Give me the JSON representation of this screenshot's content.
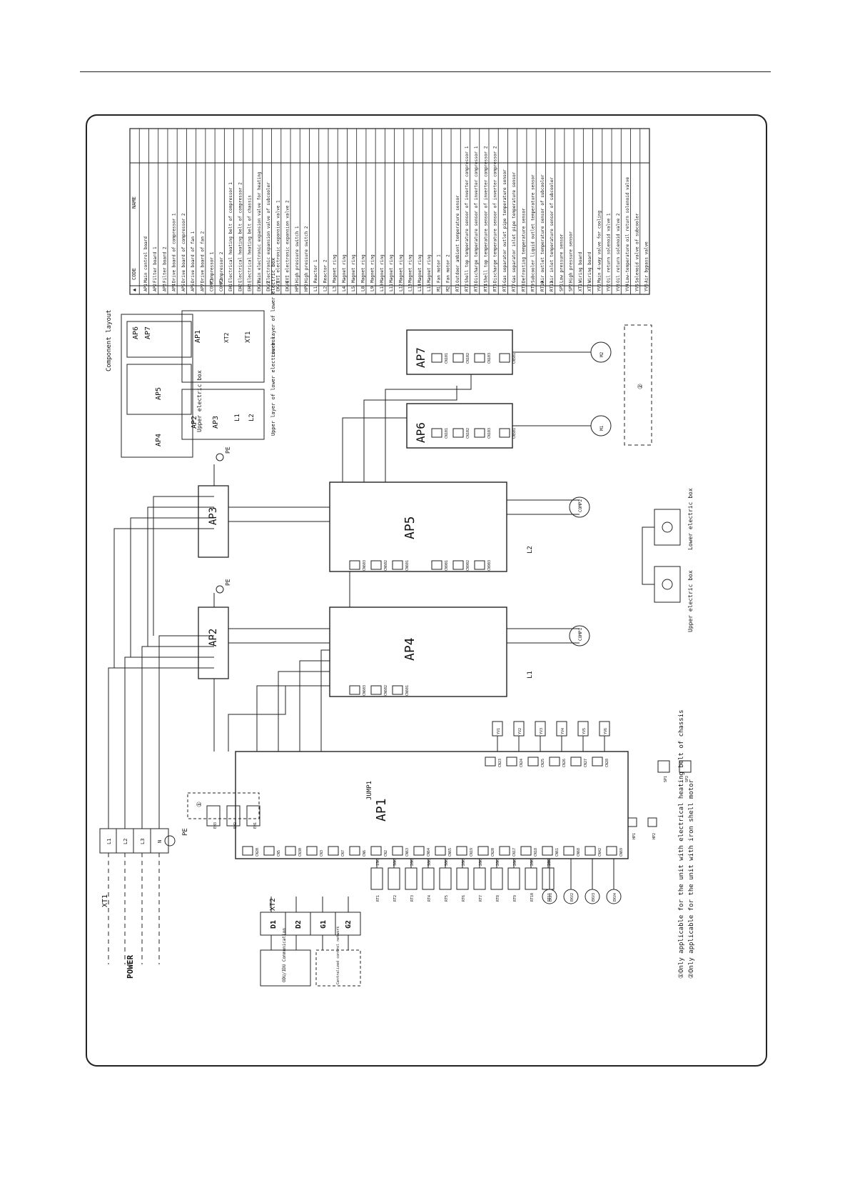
{
  "table": {
    "header_symbol": "▲",
    "code_header": "CODE",
    "name_header": "NAME",
    "rows": [
      {
        "code": "AP1",
        "name": "Main control board"
      },
      {
        "code": "AP2",
        "name": "Filter board 1"
      },
      {
        "code": "AP3",
        "name": "Filter board 2"
      },
      {
        "code": "AP4",
        "name": "Drive board of compressor 1"
      },
      {
        "code": "AP5",
        "name": "Drive board of compressor 2"
      },
      {
        "code": "AP6",
        "name": "Drive board of fan 1"
      },
      {
        "code": "AP7",
        "name": "Drive board of fan 2"
      },
      {
        "code": "COMP1",
        "name": "Compressor 1"
      },
      {
        "code": "COMP2",
        "name": "Compressor 2"
      },
      {
        "code": "EH1",
        "name": "Electrical heating belt of compressor 1"
      },
      {
        "code": "EH2",
        "name": "Electrical heating belt of compressor 2"
      },
      {
        "code": "EH3",
        "name": "Electrical heating belt of chassis"
      },
      {
        "code": "EKV1",
        "name": "Main electronic expansion valve for heating"
      },
      {
        "code": "EKV2",
        "name": "Electronic expansion valve of subcooler"
      },
      {
        "code": "EKV3",
        "name": "EVI electronic expansion valve 1"
      },
      {
        "code": "EKV4",
        "name": "EVI electronic expansion valve 2"
      },
      {
        "code": "HP1",
        "name": "High pressure switch 1"
      },
      {
        "code": "HP2",
        "name": "High pressure switch 2"
      },
      {
        "code": "L1",
        "name": "Reactor 1"
      },
      {
        "code": "L2",
        "name": "Reactor 2"
      },
      {
        "code": "L3",
        "name": "Magnet ring"
      },
      {
        "code": "L4",
        "name": "Magnet ring"
      },
      {
        "code": "L5",
        "name": "Magnet ring"
      },
      {
        "code": "L8",
        "name": "Magnet ring"
      },
      {
        "code": "L9",
        "name": "Magnet ring"
      },
      {
        "code": "L10",
        "name": "Magnet ring"
      },
      {
        "code": "L11",
        "name": "Magnet ring"
      },
      {
        "code": "L12",
        "name": "Magnet ring"
      },
      {
        "code": "L13",
        "name": "Magnet ring"
      },
      {
        "code": "L14",
        "name": "Magnet ring"
      },
      {
        "code": "L15",
        "name": "Magnet ring"
      },
      {
        "code": "M1",
        "name": "Fan motor 1"
      },
      {
        "code": "M2",
        "name": "Fan motor 2"
      },
      {
        "code": "RT1",
        "name": "Outdoor ambient temperature sensor"
      },
      {
        "code": "RT2",
        "name": "Shell top temperature sensor of inverter compressor 1"
      },
      {
        "code": "RT3",
        "name": "Discharge temperature sensor of inverter compressor 1"
      },
      {
        "code": "RT4",
        "name": "Shell top temperature sensor of inverter compressor 2"
      },
      {
        "code": "RT5",
        "name": "Discharge temperature sensor of inverter compressor 2"
      },
      {
        "code": "RT6",
        "name": "Gas separator outlet pipe temperature sensor"
      },
      {
        "code": "RT7",
        "name": "Gas separator inlet pipe temperature sensor"
      },
      {
        "code": "RT8",
        "name": "Defrosting temperature sensor"
      },
      {
        "code": "RT9",
        "name": "Subcooler liquid outlet temperature sensor"
      },
      {
        "code": "RT10",
        "name": "Air outlet temperature sensor of subcooler"
      },
      {
        "code": "RT11",
        "name": "Air inlet temperature sensor of subcooler"
      },
      {
        "code": "SP1",
        "name": "Low pressure sensor"
      },
      {
        "code": "SP2",
        "name": "High pressure sensor"
      },
      {
        "code": "XT1",
        "name": "Wiring board"
      },
      {
        "code": "XT2",
        "name": "Wiring board"
      },
      {
        "code": "YV1",
        "name": "Main 4-way valve for cooling"
      },
      {
        "code": "YV2",
        "name": "Oil return solenoid valve 1"
      },
      {
        "code": "YV3",
        "name": "Oil return solenoid valve 2"
      },
      {
        "code": "YV4",
        "name": "Low-temperature oil return solenoid valve"
      },
      {
        "code": "YV5",
        "name": "Solenoid valve of subcooler"
      },
      {
        "code": "YV6",
        "name": "Air bypass valve"
      }
    ]
  },
  "layout_panel": {
    "title": "Component layout",
    "upper_box_label": "Upper electric box",
    "lower_upper_label": "Upper layer of lower electric box",
    "lower_lower_label": "Lower layer of lower electric box",
    "items": [
      "AP4",
      "AP5",
      "AP6",
      "AP7",
      "AP2",
      "AP3",
      "L1",
      "L2",
      "AP1",
      "XT2",
      "XT1"
    ]
  },
  "boards": {
    "ap1": "AP1",
    "ap2": "AP2",
    "ap3": "AP3",
    "ap4": "AP4",
    "ap5": "AP5",
    "ap6": "AP6",
    "ap7": "AP7"
  },
  "power": {
    "label": "POWER",
    "terminal": "XT1",
    "terminals": [
      "L1",
      "L2",
      "L3",
      "N"
    ],
    "ground_label": "PE"
  },
  "xt2": {
    "label": "XT2",
    "terminals": [
      "D1",
      "D2",
      "G1",
      "G2"
    ],
    "box1": "ODU/IDU Communication",
    "box2": "Centralized control network"
  },
  "ap1_ports": [
    "CN20",
    "CN5",
    "CN30",
    "CN3",
    "CN7",
    "CN6",
    "CN2",
    "CN63",
    "CN64",
    "CN65",
    "CN19",
    "CN20",
    "CN17",
    "CN18",
    "CN61",
    "CN68",
    "CN42",
    "CN69",
    "CN23",
    "CN24",
    "CN25",
    "CN26",
    "CN27",
    "CN28"
  ],
  "ap4_ports": [
    "CN603",
    "CN602",
    "CN601"
  ],
  "ap5_ports": [
    "CN603",
    "CN602",
    "CN601",
    "CN901",
    "CN902",
    "CN903"
  ],
  "ap6_ports": [
    "CN101",
    "CN102",
    "CN103",
    "CN501"
  ],
  "ap7_ports": [
    "CN101",
    "CN102",
    "CN103",
    "CN501"
  ],
  "sensors": [
    "RT1",
    "RT2",
    "RT3",
    "RT4",
    "RT5",
    "RT6",
    "RT7",
    "RT8",
    "RT9",
    "RT10",
    "RT11"
  ],
  "sensor_values": [
    "15K",
    "50K",
    "20K",
    "50K",
    "50K",
    "20K",
    "20K",
    "20K",
    "20K",
    "20K",
    "20K"
  ],
  "valves": [
    "EKV1",
    "EKV2",
    "EKV3",
    "EKV4"
  ],
  "solenoids": [
    "YV1",
    "YV2",
    "YV3",
    "YV4",
    "YV5",
    "YV6"
  ],
  "heaters": [
    "EH3",
    "EH2",
    "EH1"
  ],
  "switches": [
    "HP1",
    "HP2"
  ],
  "pressure": [
    "SP1",
    "SP2"
  ],
  "motors": [
    "M1",
    "M2",
    "COMP1",
    "COMP2"
  ],
  "jumper": "JUMP1",
  "ground_box": {
    "upper": "Upper electric box",
    "lower": "Lower electric box"
  },
  "notes": [
    "①Only applicable for the unit with electrical heating belt of chassis",
    "②Only applicable for the unit with iron shell motor"
  ]
}
